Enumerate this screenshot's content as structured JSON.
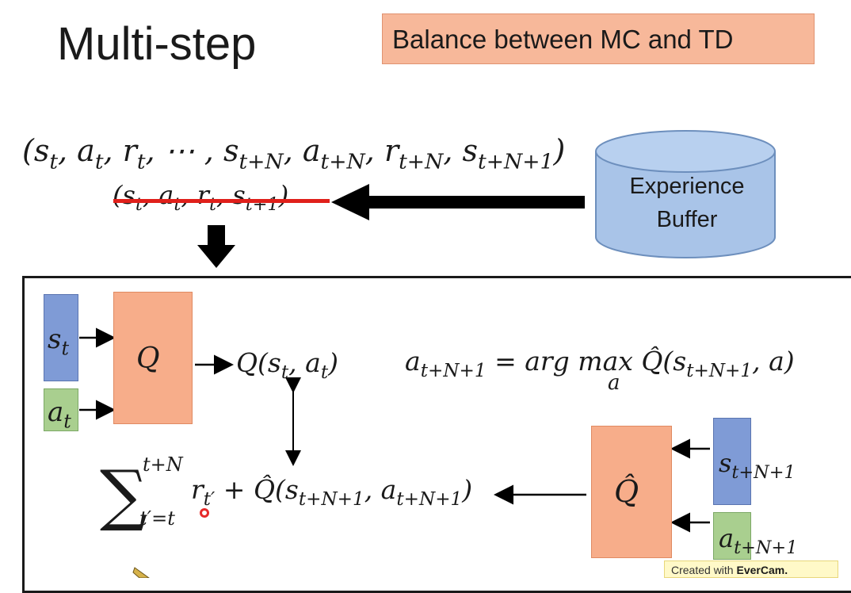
{
  "slide": {
    "title": "Multi-step",
    "banner": "Balance between MC and TD"
  },
  "top": {
    "tuple_long": "(s_t, a_t, r_t, ⋯ , s_{t+N}, a_{t+N}, r_{t+N}, s_{t+N+1})",
    "tuple_short": "(s_t, a_t, r_t, s_{t+1})",
    "tuple_short_struck": true,
    "buffer_line1": "Experience",
    "buffer_line2": "Buffer"
  },
  "network": {
    "input_state": "s_t",
    "input_action": "a_t",
    "q_label": "Q",
    "q_output": "Q(s_t, a_t)",
    "target_q_label": "Q̂",
    "target_input_state": "s_{t+N+1}",
    "target_input_action": "a_{t+N+1}"
  },
  "equations": {
    "argmax_lhs": "a_{t+N+1} = arg max",
    "argmax_sub": "a",
    "argmax_rhs": "Q̂(s_{t+N+1}, a)",
    "sum_upper": "t+N",
    "sum_lower": "t′=t",
    "sum_term": "r_{t′}",
    "target_rest": "+ Q̂(s_{t+N+1}, a_{t+N+1})"
  },
  "watermark": {
    "prefix": "Created with",
    "brand": "EverCam."
  },
  "colors": {
    "banner": "#f7b89a",
    "q_box": "#f7ad8a",
    "state_box": "#7f9bd6",
    "action_box": "#a9cf8f",
    "cylinder": "#a9c4e8",
    "strike": "#e0201b"
  }
}
